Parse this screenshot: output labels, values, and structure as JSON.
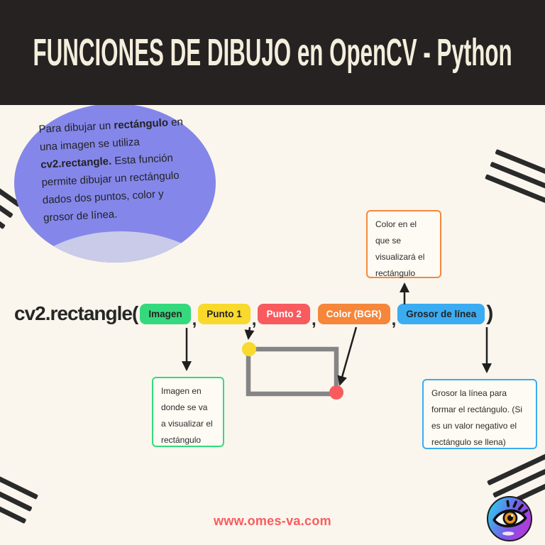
{
  "header": {
    "title": "FUNCIONES DE DIBUJO en OpenCV - Python"
  },
  "intro_blob": {
    "segments": [
      {
        "text": "Para dibujar un ",
        "bold": false
      },
      {
        "text": "rectángulo",
        "bold": true
      },
      {
        "text": " en\nuna imagen se utiliza\n",
        "bold": false
      },
      {
        "text": "cv2.rectangle.",
        "bold": true
      },
      {
        "text": " Esta función\npermite dibujar un rectángulo\ndados dos puntos, color y\ngrosor de línea.",
        "bold": false
      }
    ]
  },
  "function_row": {
    "name": "cv2.rectangle(",
    "separator": ",",
    "close_paren": ")",
    "params": [
      {
        "label": "Imagen",
        "bg": "#35d97d",
        "text_color": "#232323"
      },
      {
        "label": "Punto 1",
        "bg": "#f9d92b",
        "text_color": "#232323"
      },
      {
        "label": "Punto 2",
        "bg": "#f85a5e",
        "text_color": "#ffffff"
      },
      {
        "label": "Color (BGR)",
        "bg": "#f5863a",
        "text_color": "#ffffff"
      },
      {
        "label": "Grosor de línea",
        "bg": "#3bacf2",
        "text_color": "#232323"
      }
    ]
  },
  "callouts": {
    "color": {
      "text": "Color en el\nque se\nvisualizará el\nrectángulo",
      "border": "#f5883d"
    },
    "imagen": {
      "text": "Imagen en\ndonde se va\na visualizar el\nrectángulo",
      "border": "#35d97d"
    },
    "grosor": {
      "text": "Grosor la línea para\nformar el rectángulo. (Si\nes un valor negativo el\nrectángulo se llena)",
      "border": "#3bacf2"
    }
  },
  "diagram": {
    "rect_stroke": "#858585",
    "punto1_dot": "#f9d92b",
    "punto2_dot": "#f85a5e"
  },
  "footer": {
    "url": "www.omes-va.com",
    "url_color": "#fb5a5f"
  },
  "colors": {
    "background": "#faf6ed",
    "header_bg": "#262222",
    "header_text": "#f4eedd",
    "blob": "#8487e9",
    "blob_fold": "#c9cbe9",
    "stripe": "#2a2a2a",
    "arrow": "#1f1f1f",
    "text": "#262626"
  },
  "logo": {
    "icon": "omes-eye-logo",
    "gradient": [
      "#2fc6ec",
      "#7b58e8",
      "#c430d8"
    ],
    "iris": "#e8941f"
  }
}
